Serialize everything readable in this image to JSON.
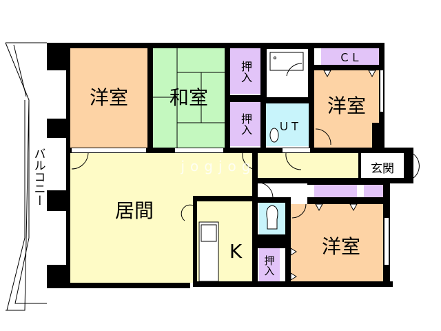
{
  "floorplan": {
    "colors": {
      "western_room": "#fdd3a5",
      "japanese_room": "#c4f8bf",
      "closet": "#e2c4f8",
      "living": "#fefbc6",
      "bath_utility": "#c8f4fb",
      "wall": "#000000"
    },
    "rooms": {
      "western_1": "洋室",
      "japanese": "和室",
      "closet_1": "押入",
      "closet_2": "押入",
      "western_2": "洋室",
      "cl": "ＣＬ",
      "ut": "ＵＴ",
      "entrance": "玄関",
      "living": "居間",
      "kitchen": "K",
      "western_3": "洋室",
      "closet_3": "押入",
      "balcony": "バルコニー"
    },
    "watermark": "jogjog"
  }
}
